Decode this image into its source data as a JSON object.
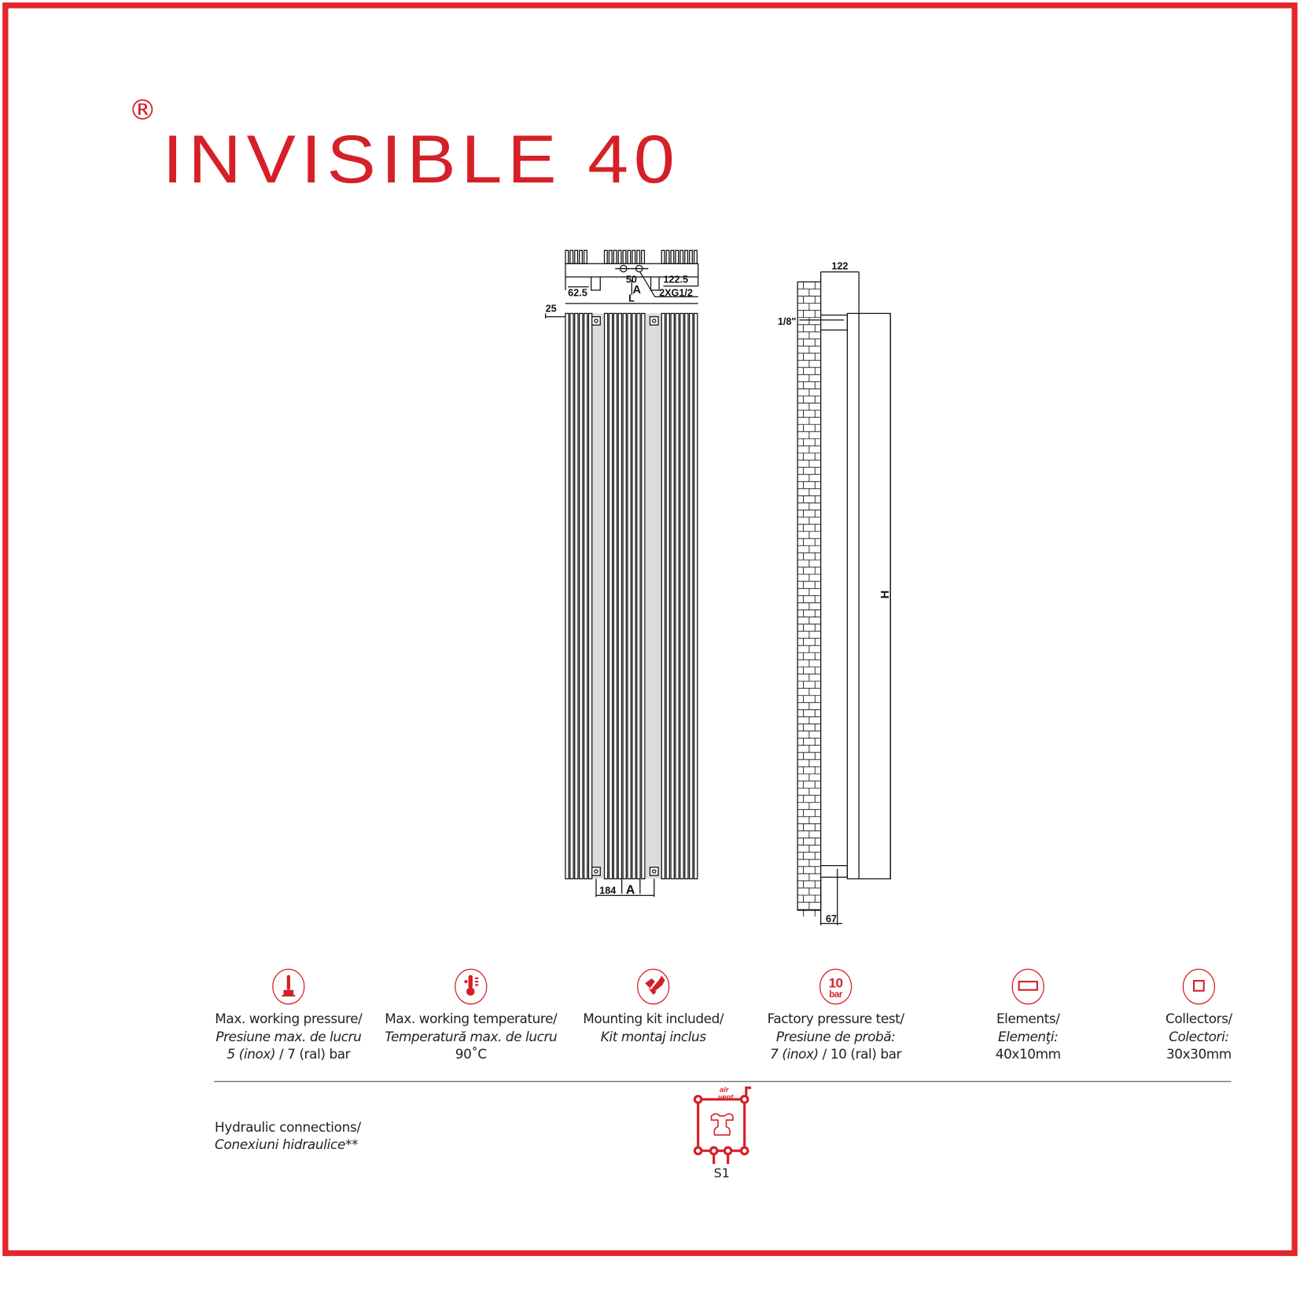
{
  "brand": {
    "registered_mark": "®",
    "title": "INVISIBLE 40",
    "accent_color": "#d52027"
  },
  "drawing": {
    "top_view": {
      "dim_right": "122.5",
      "dim_spacing": "50",
      "dim_left": "62.5",
      "axis": "A",
      "connection": "2XG1/2",
      "length": "L"
    },
    "front_view": {
      "dim_top": "25",
      "dim_bottom": "184",
      "axis": "A"
    },
    "side_view": {
      "depth": "122",
      "vent": "1/8\"",
      "height": "H",
      "wall_distance": "67"
    }
  },
  "features": [
    {
      "icon": "pressure-gauge-icon",
      "line1": "Max. working pressure/",
      "line2": "Presiune max. de lucru",
      "line3a": "5 (inox)",
      "line3b": " / 7 (ral) bar"
    },
    {
      "icon": "thermometer-icon",
      "line1": "Max. working temperature/",
      "line2": "Temperatură max. de lucru",
      "line3a": "",
      "line3b": "90˚C"
    },
    {
      "icon": "tools-icon",
      "line1": "Mounting kit included/",
      "line2": "Kit montaj inclus",
      "line3a": "",
      "line3b": ""
    },
    {
      "icon": "pressure-test-icon",
      "icon_text": "10",
      "icon_sub": "bar",
      "line1": "Factory pressure test/",
      "line2": "Presiune de probă:",
      "line3a": "7 (inox)",
      "line3b": " / 10 (ral) bar"
    },
    {
      "icon": "rectangle-profile-icon",
      "line1": "Elements/",
      "line2": "Elemenţi:",
      "line3a": "",
      "line3b": "40x10mm"
    },
    {
      "icon": "square-profile-icon",
      "line1": "Collectors/",
      "line2": "Colectori:",
      "line3a": "",
      "line3b": "30x30mm"
    }
  ],
  "hydraulic": {
    "label": "Hydraulic connections/",
    "label_ro": "Conexiuni hidraulice**",
    "diagram_air_vent": "air vent",
    "diagram_air": "air",
    "diagram_vent": "vent",
    "diagram_code": "S1"
  }
}
